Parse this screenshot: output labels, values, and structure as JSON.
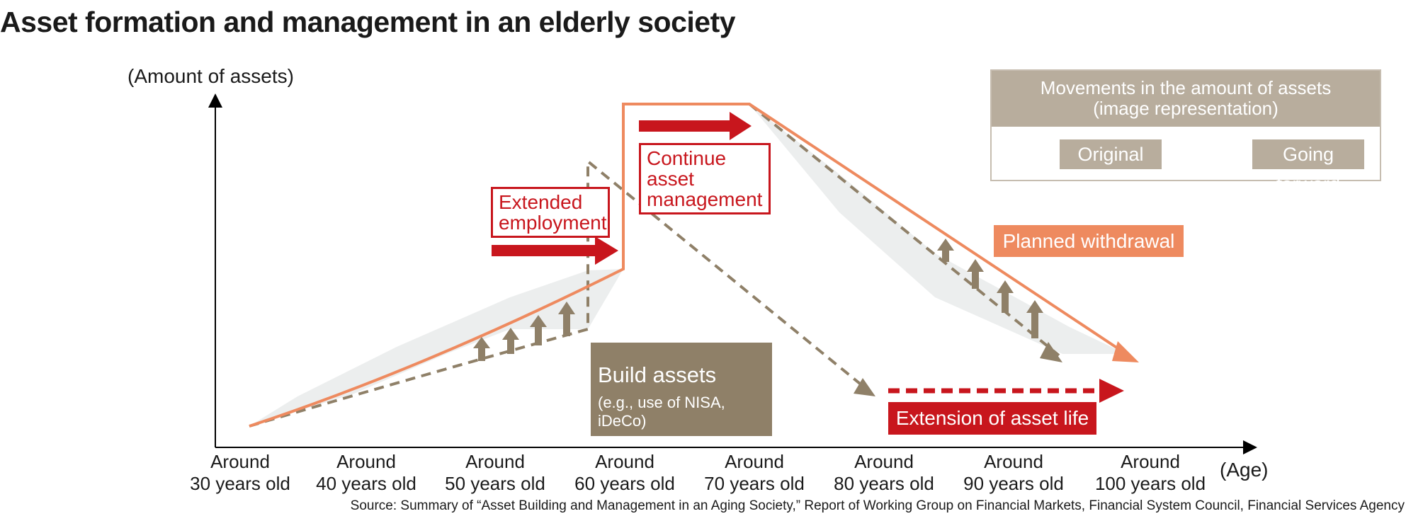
{
  "title": "Asset formation and management in an elderly society",
  "y_axis_label": "(Amount of assets)",
  "x_axis_label": "(Age)",
  "x_ticks": [
    {
      "line1": "Around",
      "line2": "30 years old"
    },
    {
      "line1": "Around",
      "line2": "40 years old"
    },
    {
      "line1": "Around",
      "line2": "50 years old"
    },
    {
      "line1": "Around",
      "line2": "60 years old"
    },
    {
      "line1": "Around",
      "line2": "70 years old"
    },
    {
      "line1": "Around",
      "line2": "80 years old"
    },
    {
      "line1": "Around",
      "line2": "90 years old"
    },
    {
      "line1": "Around",
      "line2": "100 years old"
    }
  ],
  "labels": {
    "extended_employment": [
      "Extended",
      "employment"
    ],
    "continue_management": [
      "Continue",
      "asset",
      "management"
    ],
    "build_assets": "Build assets",
    "build_assets_sub": "(e.g., use of NISA, iDeCo)",
    "planned_withdrawal": "Planned withdrawal",
    "extension_asset_life": "Extension of asset life"
  },
  "legend": {
    "heading_line1": "Movements in the amount of assets",
    "heading_line2": "(image representation)",
    "original": "Original",
    "going_forward": "Going forward"
  },
  "source": "Source: Summary of “Asset Building and Management in an Aging Society,” Report of Working Group on Financial Markets, Financial System Council, Financial Services Agency",
  "colors": {
    "original_line": "#8f8068",
    "going_forward_line": "#ee8a5f",
    "accent_red": "#c8161d",
    "gap_fill": "#eceeee",
    "legend_gray": "#b8ad9d"
  }
}
